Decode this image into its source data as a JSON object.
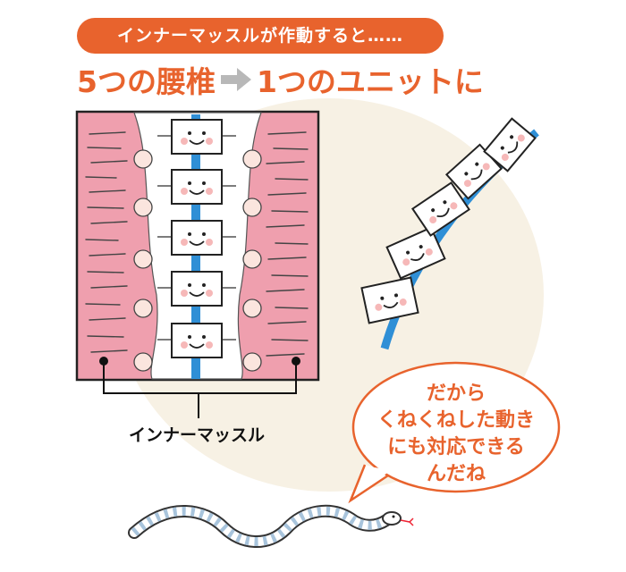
{
  "tag_text": "インナーマッスルが作動すると……",
  "headline": {
    "left": "5つの腰椎",
    "right": "1つのユニットに"
  },
  "muscle_label": "インナーマッスル",
  "speech": [
    "だから",
    "くねくねした動き",
    "にも対応できる",
    "んだね"
  ],
  "colors": {
    "accent": "#e8632d",
    "muscle_pink": "#ef9fae",
    "spine_blue": "#2f8fd6",
    "background_blob": "#f7f1e4",
    "arrow_gray": "#b8b8b8",
    "snake_stripe": "#a8c4dc"
  }
}
